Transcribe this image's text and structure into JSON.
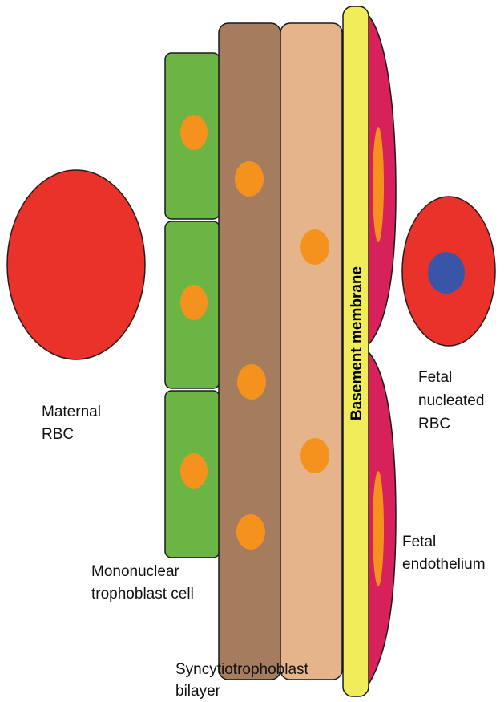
{
  "labels": {
    "maternal_rbc": [
      "Maternal",
      "RBC"
    ],
    "mononuclear": [
      "Mononuclear",
      "trophoblast cell"
    ],
    "syncytio": [
      "Syncytiotrophoblast",
      "bilayer"
    ],
    "basement": "Basement membrane",
    "fetal_rbc": [
      "Fetal",
      "nucleated",
      "RBC"
    ],
    "fetal_endo": [
      "Fetal",
      "endothelium"
    ]
  },
  "colors": {
    "rbc_red": "#e8322a",
    "nucleus_blue": "#3a55a8",
    "mononuclear_green": "#6bb544",
    "syncytio_brown": "#a67c5e",
    "syncytio_tan": "#e6b48a",
    "basement_yellow": "#f0ec5a",
    "endothelium_magenta": "#d8205a",
    "nucleus_orange": "#f5921e"
  }
}
